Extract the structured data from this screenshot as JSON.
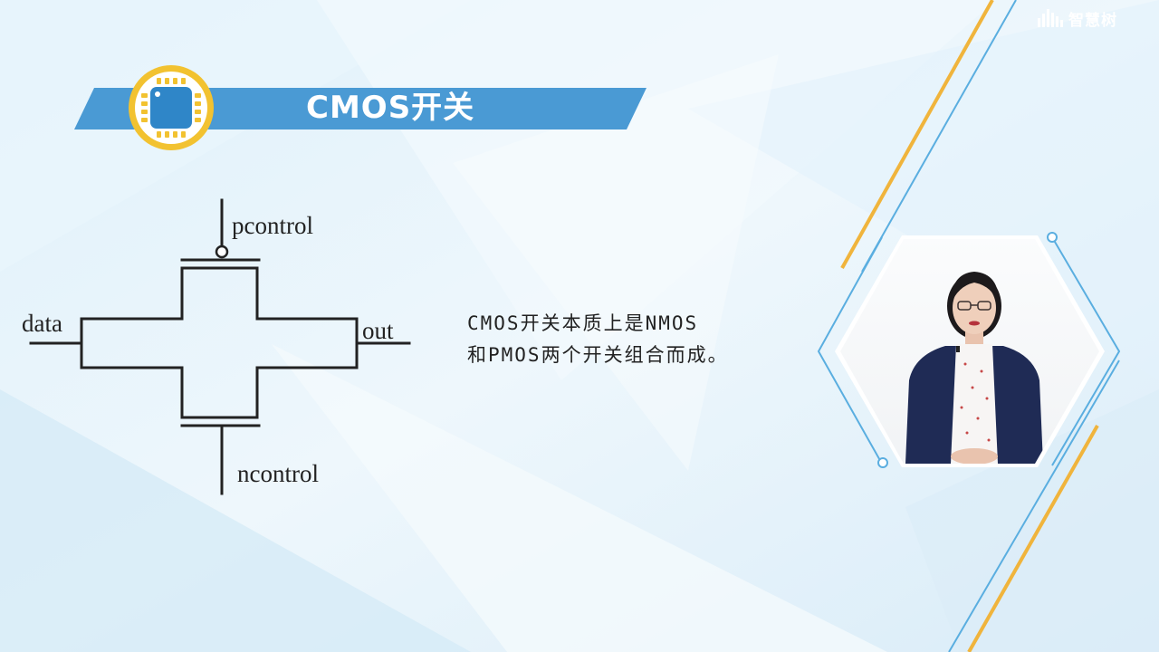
{
  "header": {
    "title": "CMOS开关"
  },
  "circuit": {
    "labels": {
      "pcontrol": "pcontrol",
      "data": "data",
      "out": "out",
      "ncontrol": "ncontrol"
    }
  },
  "description": {
    "line1": "CMOS开关本质上是NMOS",
    "line2": "和PMOS两个开关组合而成。"
  },
  "logo": {
    "text": "智慧树",
    "icon": "sound-bars-icon"
  },
  "colors": {
    "header_blue": "#4a9ad4",
    "badge_gold": "#f2c230",
    "accent_orange": "#f0b43c",
    "line_blue": "#5aaee0",
    "chip_blue": "#2f86c8"
  },
  "presenter": {
    "icon": "presenter-video"
  }
}
